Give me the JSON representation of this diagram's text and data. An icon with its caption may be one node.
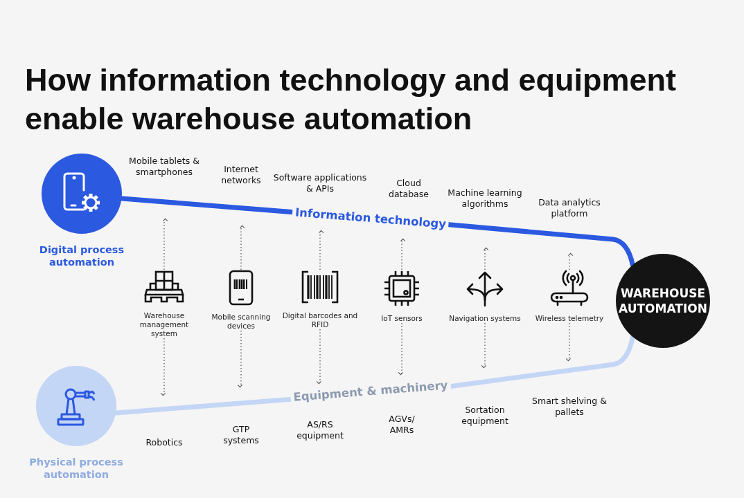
{
  "diagram": {
    "title": "How information technology and equipment enable warehouse automation",
    "nodes": [
      {
        "text": [
          "Digital process automation"
        ]
      },
      {
        "text": [
          "Physical process automation"
        ]
      },
      {
        "text": [
          "WAREHOUSE AUTOMATION"
        ]
      },
      {
        "text": [
          "Warehouse management system"
        ]
      },
      {
        "text": [
          "Mobile scanning devices"
        ]
      },
      {
        "text": [
          "Digital barcodes and RFID"
        ]
      },
      {
        "text": [
          "IoT sensors"
        ]
      },
      {
        "text": [
          "Navigation systems"
        ]
      },
      {
        "text": [
          "Wireless telemetry"
        ]
      }
    ],
    "edges": [
      {
        "from": 0,
        "to": 2,
        "arrow": "none",
        "label": "Information technology",
        "style": "thick",
        "color": "#2b59e0"
      },
      {
        "from": 1,
        "to": 2,
        "arrow": "none",
        "label": "Equipment & machinery",
        "style": "thick",
        "color": "#c4d6f5"
      },
      {
        "from": 3,
        "to": null,
        "arrow": "to",
        "style": "dashed"
      },
      {
        "from": 3,
        "to": null,
        "arrow": "to",
        "style": "dashed"
      },
      {
        "from": 4,
        "to": null,
        "arrow": "to",
        "style": "dashed"
      },
      {
        "from": 4,
        "to": null,
        "arrow": "to",
        "style": "dashed"
      },
      {
        "from": 5,
        "to": null,
        "arrow": "to",
        "style": "dashed"
      },
      {
        "from": 5,
        "to": null,
        "arrow": "to",
        "style": "dashed"
      },
      {
        "from": 6,
        "to": null,
        "arrow": "to",
        "style": "dashed"
      },
      {
        "from": 6,
        "to": null,
        "arrow": "to",
        "style": "dashed"
      },
      {
        "from": 7,
        "to": null,
        "arrow": "to",
        "style": "dashed"
      },
      {
        "from": 7,
        "to": null,
        "arrow": "to",
        "style": "dashed"
      },
      {
        "from": 8,
        "to": null,
        "arrow": "to",
        "style": "dashed"
      },
      {
        "from": 8,
        "to": null,
        "arrow": "to",
        "style": "dashed"
      }
    ],
    "labels": [
      "Mobile tablets & smartphones",
      "Internet networks",
      "Software applications & APIs",
      "Cloud database",
      "Machine learning algorithms",
      "Data analytics platform",
      "Robotics",
      "GTP systems",
      "AS/RS equipment",
      "AGVs/ AMRs",
      "Sortation equipment",
      "Smart shelving & pallets"
    ]
  }
}
